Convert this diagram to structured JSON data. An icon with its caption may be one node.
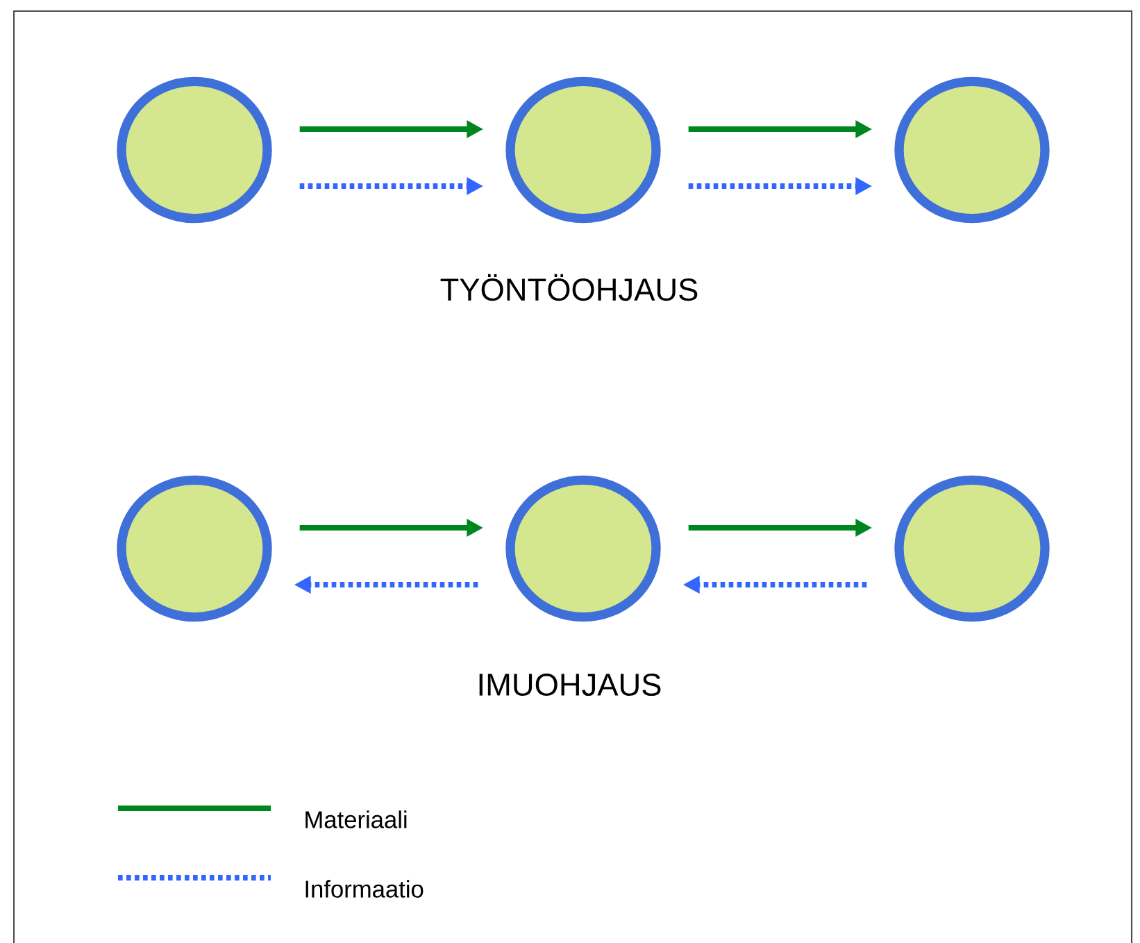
{
  "diagram": {
    "nodes": [
      {
        "text": [],
        "shape": "circle"
      },
      {
        "text": [],
        "shape": "circle"
      },
      {
        "text": [],
        "shape": "circle"
      },
      {
        "text": [],
        "shape": "circle"
      },
      {
        "text": [],
        "shape": "circle"
      },
      {
        "text": [],
        "shape": "circle"
      }
    ],
    "edges": [
      {
        "from": 0,
        "to": 1,
        "arrow": "to"
      },
      {
        "from": 0,
        "to": 1,
        "arrow": "to",
        "style": "dashed",
        "color": "#3366ff"
      },
      {
        "from": 1,
        "to": 2,
        "arrow": "to"
      },
      {
        "from": 1,
        "to": 2,
        "arrow": "to",
        "style": "dashed",
        "color": "#3366ff"
      },
      {
        "from": 3,
        "to": 4,
        "arrow": "to"
      },
      {
        "from": 4,
        "to": 3,
        "arrow": "to",
        "style": "dashed",
        "color": "#3366ff"
      },
      {
        "from": 4,
        "to": 5,
        "arrow": "to"
      },
      {
        "from": 5,
        "to": 4,
        "arrow": "to",
        "style": "dashed",
        "color": "#3366ff"
      }
    ],
    "labels": [
      "TYÖNTÖOHJAUS",
      "IMUOHJAUS"
    ],
    "legend": [
      {
        "text": "Materiaali"
      },
      {
        "text": "Informaatio"
      }
    ]
  }
}
